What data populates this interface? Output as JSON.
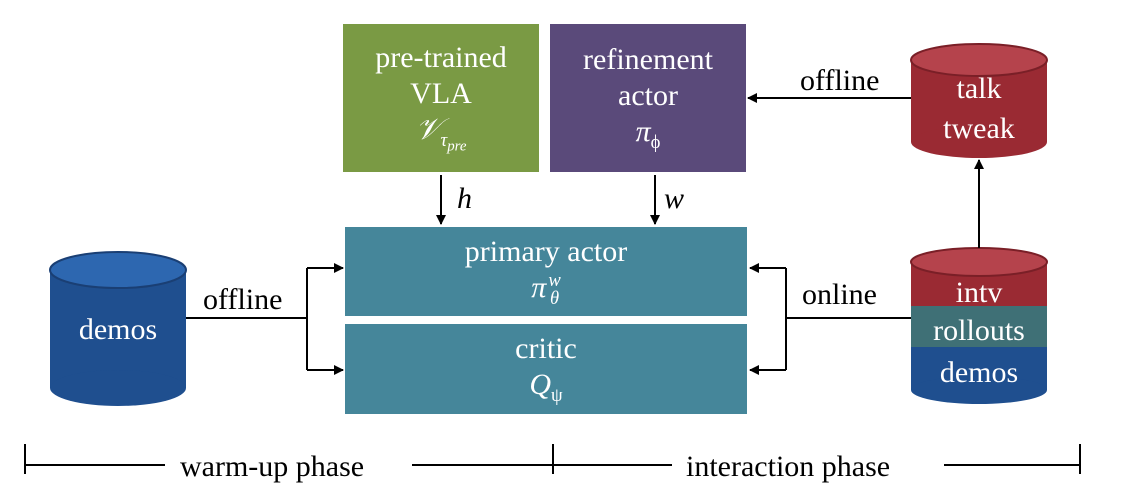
{
  "nodes": {
    "pretrained": {
      "line1": "pre-trained",
      "line2": "VLA",
      "symbol": "𝒱",
      "symbol_sub": "τ",
      "symbol_subsub": "pre"
    },
    "refinement": {
      "line1": "refinement",
      "line2": "actor",
      "symbol": "π",
      "symbol_sub": "ϕ"
    },
    "primary": {
      "line1": "primary actor",
      "symbol": "π",
      "symbol_sub": "θ",
      "symbol_sup": "w"
    },
    "critic": {
      "line1": "critic",
      "symbol": "Q",
      "symbol_sub": "ψ"
    },
    "demos_left": {
      "label": "demos"
    },
    "talk_tweak": {
      "line1": "talk",
      "line2": "tweak"
    },
    "buffer_stack": {
      "top": "intv",
      "middle": "rollouts",
      "bottom": "demos"
    }
  },
  "edges": {
    "h_label": "h",
    "w_label": "w",
    "offline_left": "offline",
    "online_right": "online",
    "offline_top": "offline"
  },
  "phases": {
    "warmup": "warm-up phase",
    "interaction": "interaction phase"
  },
  "colors": {
    "pretrained": "#7a9a44",
    "refinement": "#5a4a7a",
    "primary": "#45869a",
    "critic": "#45869a",
    "demos_cyl": "#1f4f8f",
    "talk_cyl": "#9a2a33",
    "intv_band": "#9a2a33",
    "rollouts_band": "#3f7076",
    "demos_band": "#1f4f8f"
  }
}
